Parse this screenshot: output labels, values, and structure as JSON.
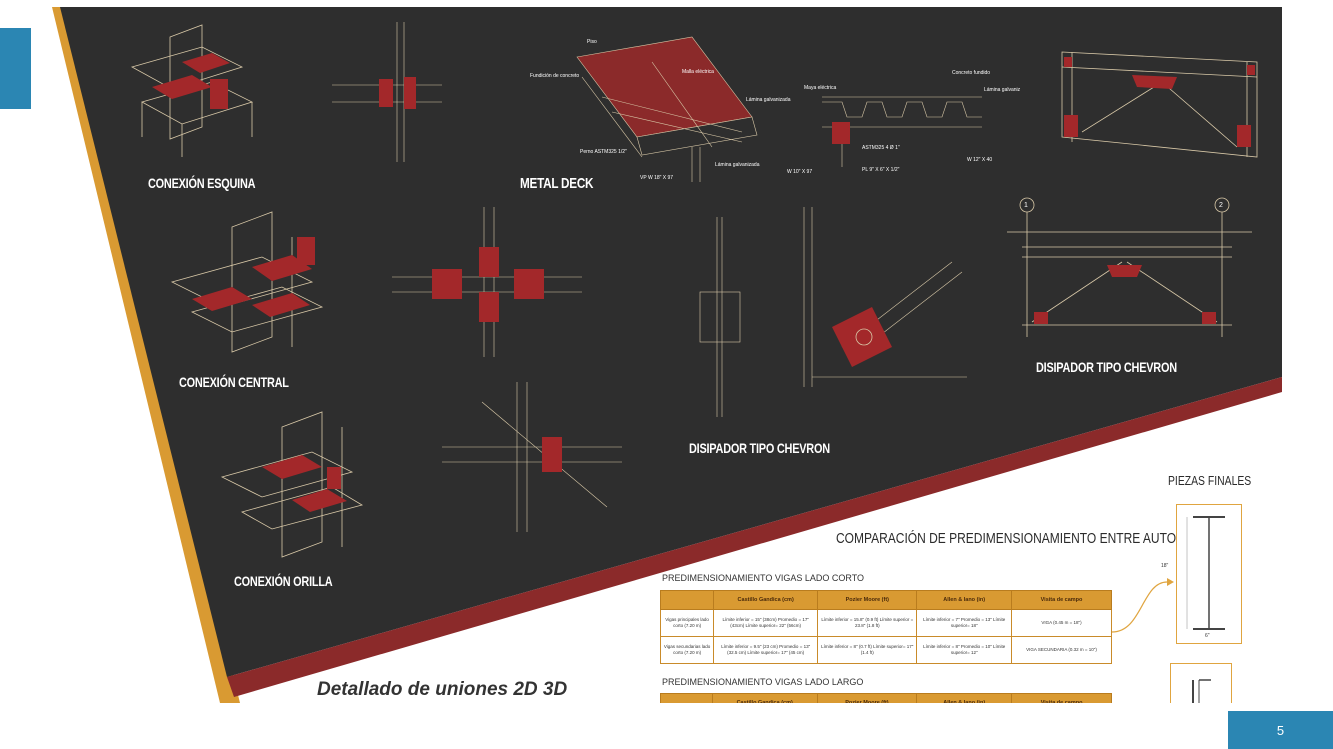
{
  "page": {
    "number": "5"
  },
  "labels": {
    "conexion_esquina": "CONEXIÓN ESQUINA",
    "metal_deck": "METAL DECK",
    "conexion_central": "CONEXIÓN CENTRAL",
    "disipador_chevron_center": "DISIPADOR TIPO CHEVRON",
    "disipador_chevron_right": "DISIPADOR TIPO CHEVRON",
    "conexion_orilla": "CONEXIÓN ORILLA",
    "piezas_finales": "PIEZAS FINALES",
    "comparacion_title": "COMPARACIÓN DE PREDIMENSIONAMIENTO ENTRE AUTORES",
    "caption": "Detallado de uniones 2D 3D"
  },
  "deck_annotations": {
    "piso": "Piso",
    "fundicion": "Fundición de concreto",
    "malla": "Malla eléctrica",
    "lamina": "Lámina galvanizada",
    "perno": "Perno ASTM325 1/2\"",
    "vp": "VP W 18\" X 97",
    "lamina2": "Lámina galvanizada",
    "malla2": "Maya eléctrica",
    "concreto": "Concreto fundido",
    "lamina3": "Lámina galvaniz",
    "astm": "ASTM325 4 Ø 1\"",
    "pl": "PL 9\" X 6\" X 1/2\"",
    "w10": "W 10\" X 97",
    "w12": "W 12\" X 40"
  },
  "chevron_axes": {
    "a1": "1",
    "a2": "2"
  },
  "piece": {
    "dim_h": "18\"",
    "dim_w": "6\""
  },
  "table_short": {
    "title": "PREDIMENSIONAMIENTO VIGAS LADO CORTO",
    "headers": [
      "",
      "Castillo Gandica (cm)",
      "Pozier Moore (ft)",
      "Allen & Iano (in)",
      "Visita de campo"
    ],
    "rows": [
      [
        "Vigas principales lado corto (7.20 m)",
        "Límite inferior = 15\" (38cm) Promedio = 17\" (43cm) Límite superior= 22\" (56cm)",
        "Límite inferior = 15.8\" (0.9 ft) Límite superior = 23.8\" (1.8 ft)",
        "Límite inferior = 7\" Promedio = 13\" Límite superior= 18\"",
        "VIGA (0.45 m = 18\")"
      ],
      [
        "Vigas secundarias lado corto (7.20 m)",
        "Límite inferior = 9.5\" (23 cm) Promedio = 13\" (32.5 cm) Límite superior= 17\" (45 cm)",
        "Límite inferior = 8\" (0.7 ft) Límite superior= 17\" (1.4 ft)",
        "Límite inferior = 8\" Promedio = 10\" Límite superior= 12\"",
        "VIGA SECUNDARIA (0.32 m = 10\")"
      ]
    ]
  },
  "table_long": {
    "title": "PREDIMENSIONAMIENTO VIGAS LADO LARGO",
    "headers": [
      "",
      "Castillo Gandica (cm)",
      "Pozier Moore (ft)",
      "Allen & Iano (in)",
      "Visita de campo"
    ]
  }
}
